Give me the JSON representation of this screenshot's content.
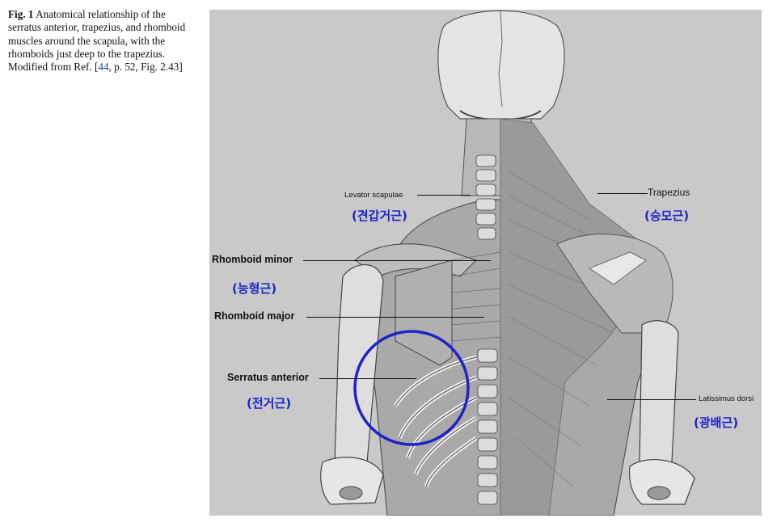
{
  "caption": {
    "label": "Fig. 1",
    "text_before": "Anatomical relationship of the serratus anterior, trapezius, and rhomboid muscles around the scapula, with the rhomboids just deep to the trapezius. Modified from Ref. [",
    "ref": "44",
    "text_after": ", p. 52, Fig. 2.43]"
  },
  "figure": {
    "labels": {
      "levator": "Levator scapulae",
      "trapezius": "Trapezius",
      "rhomboid_minor": "Rhomboid minor",
      "rhomboid_major": "Rhomboid major",
      "serratus": "Serratus anterior",
      "latissimus": "Latissimus dorsi"
    },
    "korean": {
      "levator": "(견갑거근)",
      "trapezius": "(승모근)",
      "rhomboid": "(능형근)",
      "serratus": "(전거근)",
      "latissimus": "(광배근)"
    },
    "annotation_color": "#1d24c8"
  }
}
